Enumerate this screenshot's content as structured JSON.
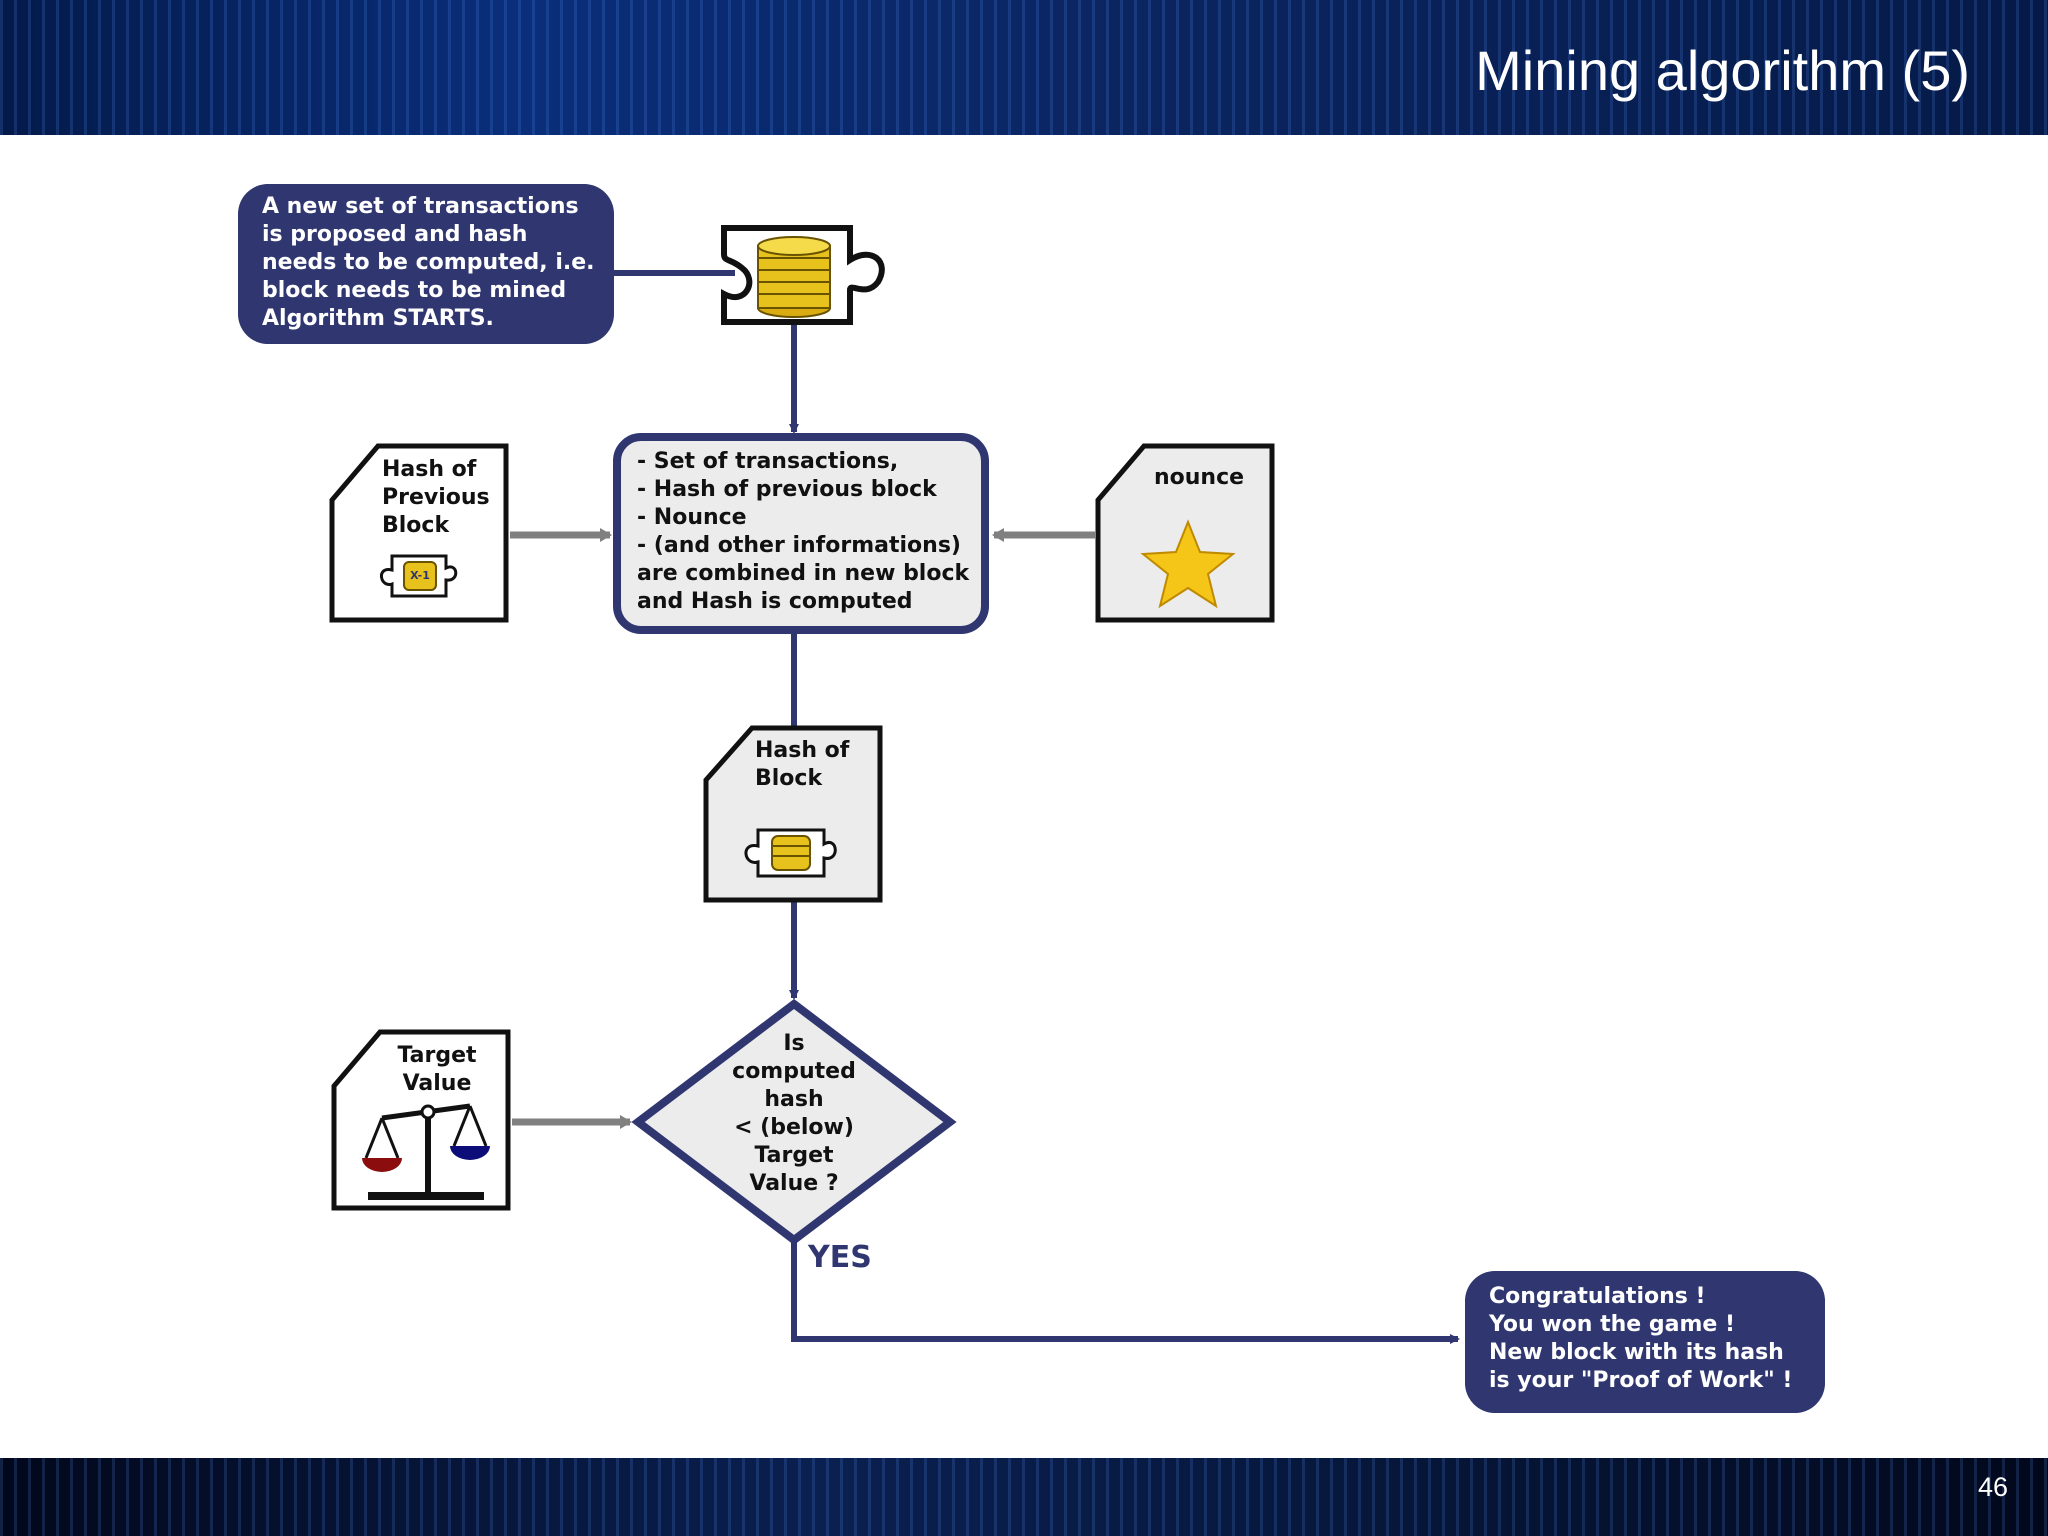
{
  "slide": {
    "title": "Mining algorithm (5)",
    "page_number": "46"
  },
  "diagram": {
    "start_bubble": [
      "A new set of transactions",
      "is proposed and hash",
      "needs to be computed, i.e.",
      "block needs to be mined",
      "Algorithm STARTS."
    ],
    "combine_box": [
      "- Set of transactions,",
      "- Hash of previous block",
      "- Nounce",
      "- (and other informations)",
      "are combined in new block",
      "and Hash is computed"
    ],
    "prev_hash_card": [
      "Hash of",
      "Previous",
      "Block"
    ],
    "prev_hash_piece_label": "X-1",
    "nounce_card": "nounce",
    "block_hash_card": [
      "Hash of",
      "Block"
    ],
    "target_card": [
      "Target",
      "Value"
    ],
    "decision": [
      "Is",
      "computed",
      "hash",
      "< (below)",
      "Target",
      "Value ?"
    ],
    "yes_label": "YES",
    "end_bubble": [
      "Congratulations !",
      "You won the game !",
      "New block with its hash",
      "is your \"Proof of Work\" !"
    ]
  },
  "colors": {
    "navy": "#303770",
    "card_fill": "#ececec",
    "gold": "#e8c21c",
    "gray_arrow": "#808080"
  }
}
